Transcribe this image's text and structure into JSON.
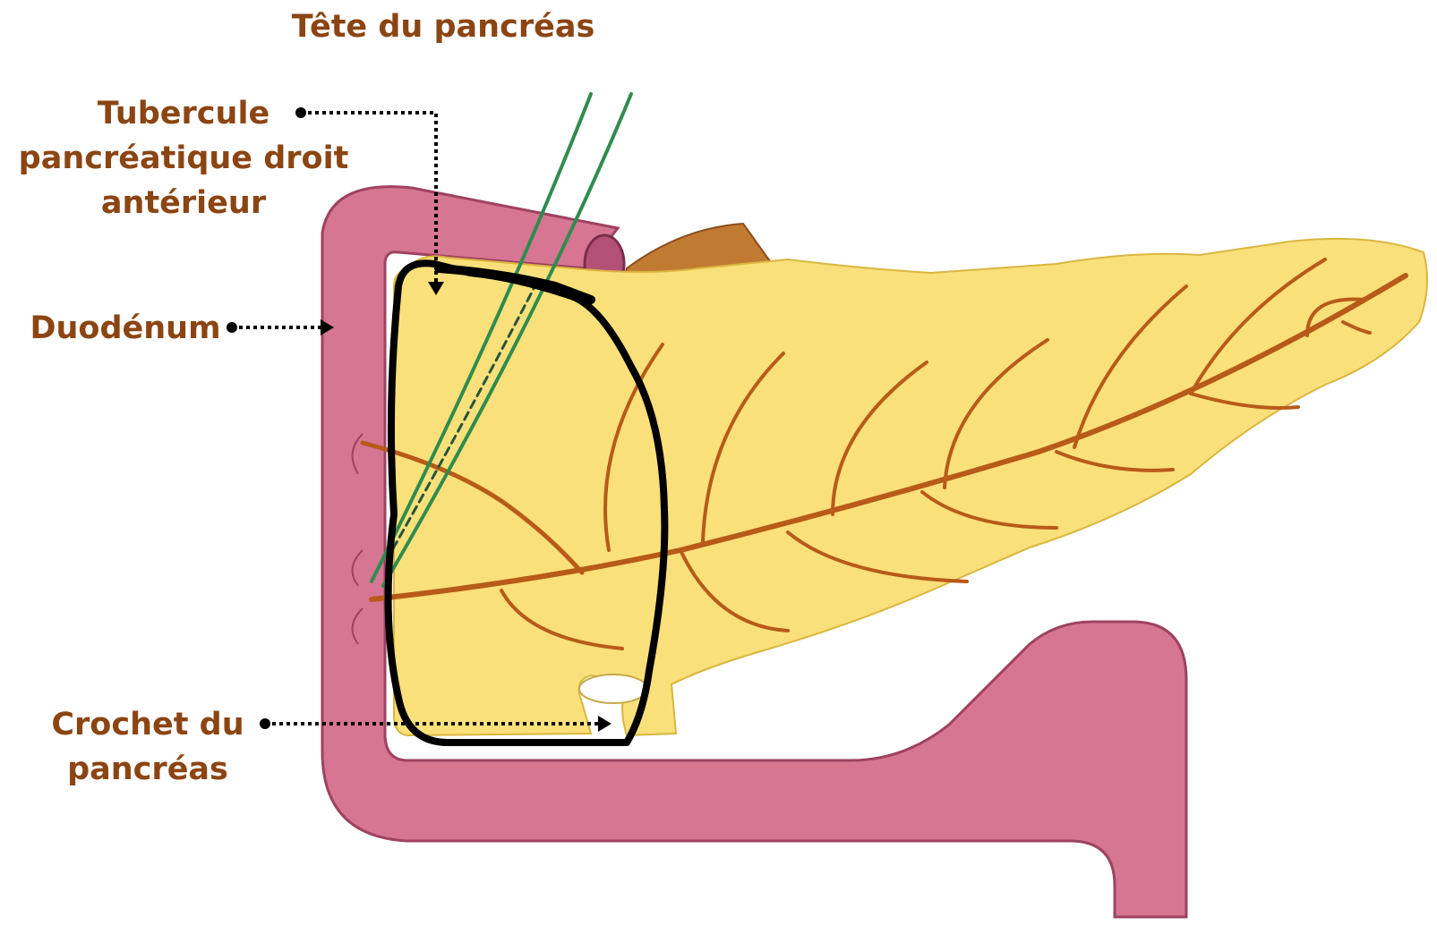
{
  "title": "Tête du pancréas",
  "labels": {
    "tubercule": [
      "Tubercule",
      "pancréatique droit",
      "antérieur"
    ],
    "duodenum": "Duodénum",
    "crochet": [
      "Crochet du",
      "pancréas"
    ]
  },
  "colors": {
    "label_text": "#8b4513",
    "pancreas_fill": "#fae07a",
    "duodenum_fill": "#d67693",
    "duodenum_stroke": "#9e4260",
    "vessel": "#b85a18",
    "nerve": "#2f8c4e",
    "head_outline": "#000000",
    "tissue": "#c17a32"
  }
}
